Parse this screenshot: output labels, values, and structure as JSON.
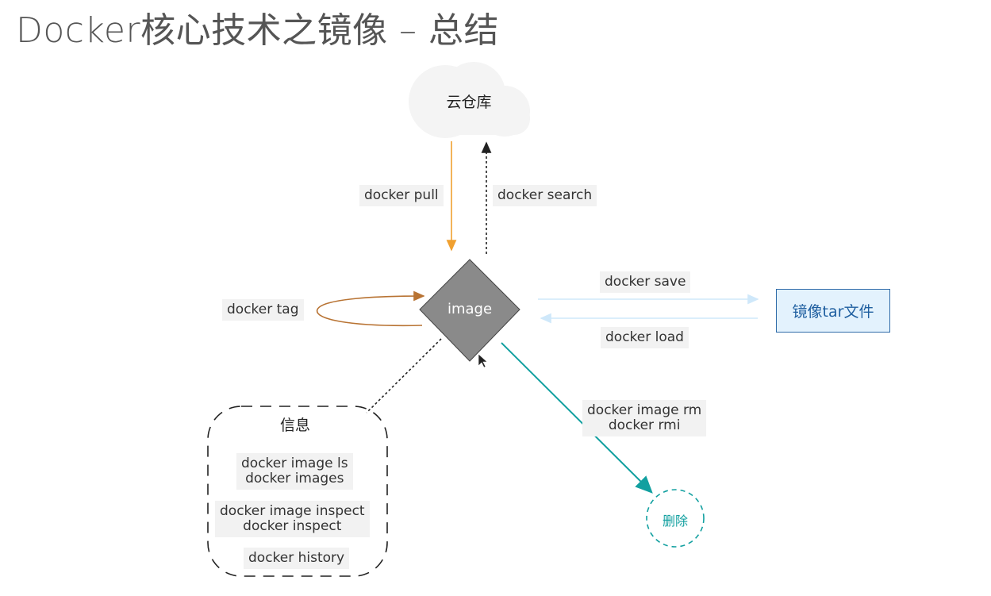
{
  "slide": {
    "title": "Docker核心技术之镜像 – 总结"
  },
  "nodes": {
    "cloud": "云仓库",
    "image": "image",
    "tar_file": "镜像tar文件",
    "info": "信息",
    "delete": "删除"
  },
  "edges": {
    "pull": "docker pull",
    "search": "docker search",
    "tag": "docker tag",
    "save": "docker save",
    "load": "docker load",
    "rm": [
      "docker image rm",
      "docker rmi"
    ]
  },
  "info_commands": [
    [
      "docker image ls",
      "docker images"
    ],
    [
      "docker image inspect",
      "docker inspect"
    ],
    [
      "docker history"
    ]
  ],
  "colors": {
    "pull_arrow": "#f0a030",
    "tag_arrow": "#b87333",
    "save_load_arrow": "#cfe8fa",
    "delete_arrow": "#12a0a0",
    "image_node": "#8a8a8a",
    "tar_box_bg": "#e3f2fd",
    "tar_box_border": "#2f6ba8"
  }
}
